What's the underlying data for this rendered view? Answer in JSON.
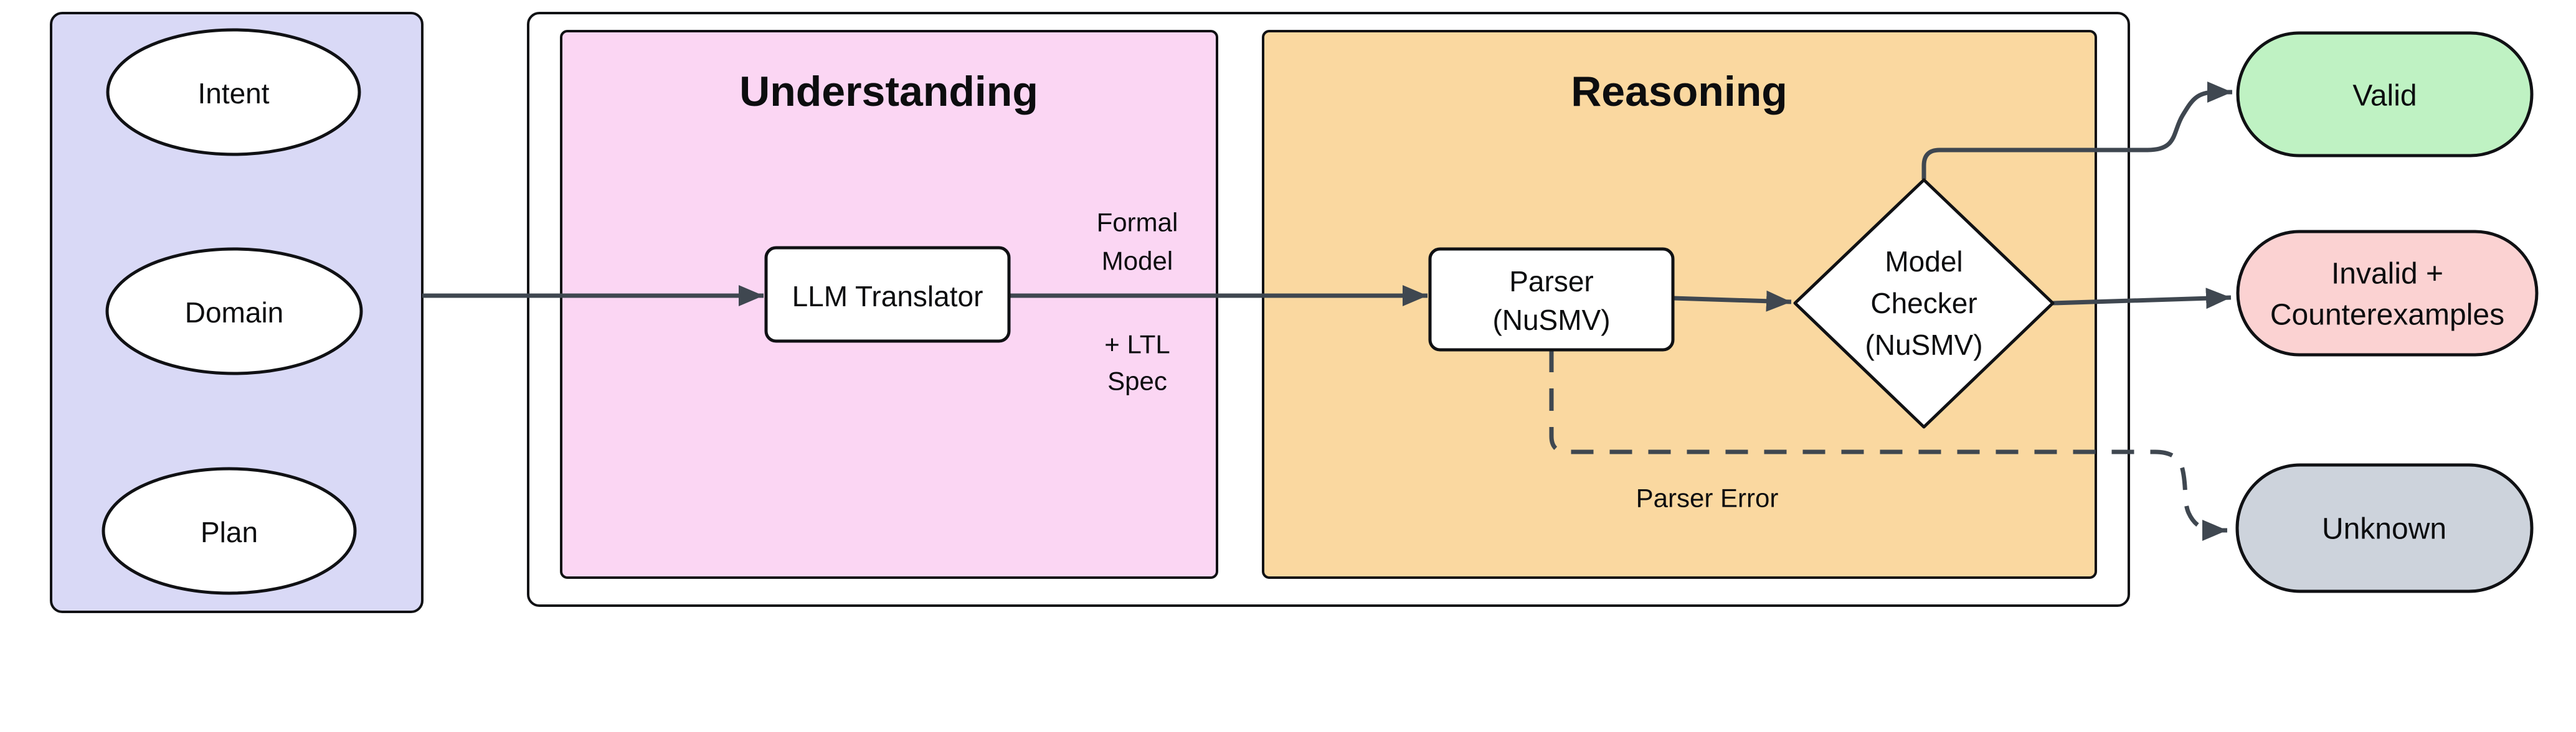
{
  "colors": {
    "panel_lavender": "#d9d9f6",
    "understanding_pink": "#fbd6f3",
    "reasoning_orange": "#fad8a0",
    "node_white": "#ffffff",
    "valid_green": "#bff2c3",
    "invalid_red": "#fbd2d2",
    "unknown_gray": "#cdd3dc",
    "connector_gray": "#3f4750",
    "border_black": "#101114"
  },
  "inputs_panel": {
    "items": [
      {
        "label": "Intent"
      },
      {
        "label": "Domain"
      },
      {
        "label": "Plan"
      }
    ]
  },
  "understanding_section": {
    "title": "Understanding",
    "llm_translator_label": "LLM Translator",
    "output_annotation": {
      "line1": "Formal",
      "line2": "Model",
      "line3": "+ LTL",
      "line4": "Spec"
    }
  },
  "reasoning_section": {
    "title": "Reasoning",
    "parser_node": {
      "line1": "Parser",
      "line2": "(NuSMV)"
    },
    "model_checker_node": {
      "line1": "Model",
      "line2": "Checker",
      "line3": "(NuSMV)"
    },
    "parser_error_label": "Parser Error"
  },
  "outcomes": {
    "valid_label": "Valid",
    "invalid": {
      "line1": "Invalid +",
      "line2": "Counterexamples"
    },
    "unknown_label": "Unknown"
  }
}
